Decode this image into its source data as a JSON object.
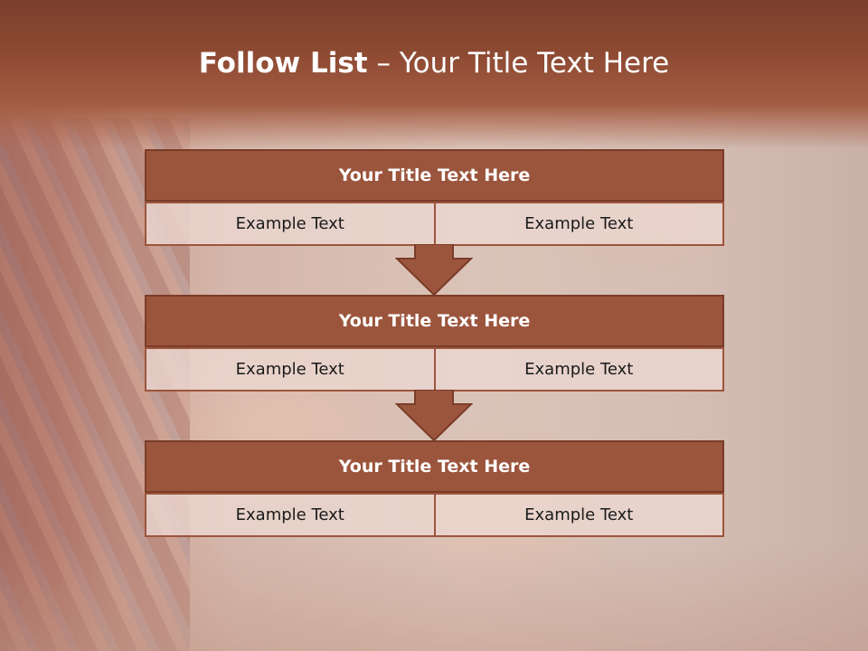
{
  "title": {
    "bold": "Follow List",
    "rest": " – Your Title Text Here"
  },
  "steps": [
    {
      "title": "Your Title Text Here",
      "left": "Example Text",
      "right": "Example Text"
    },
    {
      "title": "Your Title Text Here",
      "left": "Example Text",
      "right": "Example Text"
    },
    {
      "title": "Your Title Text Here",
      "left": "Example Text",
      "right": "Example Text"
    }
  ],
  "colors": {
    "box_fill": "#9c553d",
    "box_border": "#7a3c28",
    "cell_fill": "#ecd8d2",
    "header": "#8e4a33"
  },
  "icons": {
    "connector": "down-arrow-icon"
  }
}
